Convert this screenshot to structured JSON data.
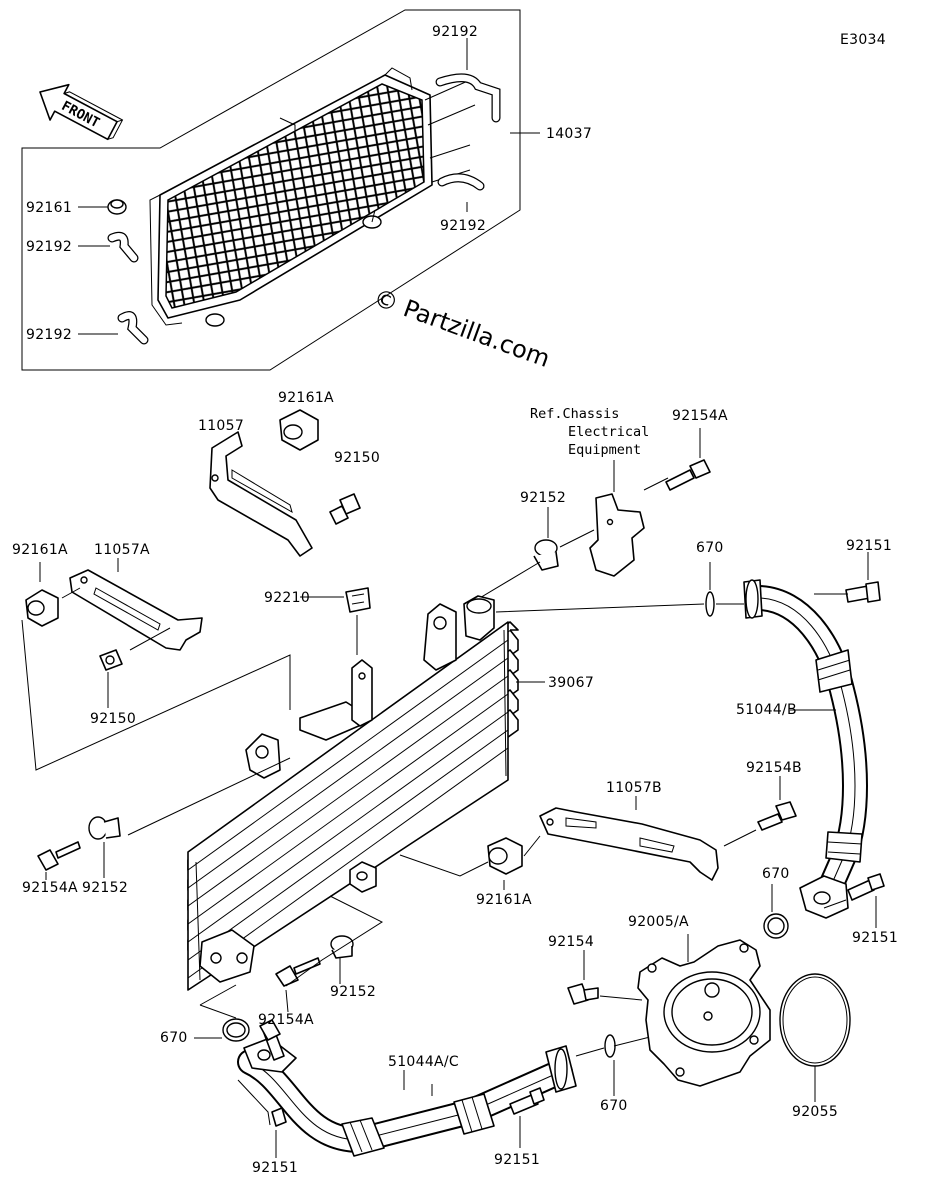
{
  "diagram_code": "E3034",
  "front_label": "FRONT",
  "watermark": "© Partzilla.com",
  "reference_note": [
    "Ref.Chassis",
    "Electrical",
    "Equipment"
  ],
  "labels": {
    "p92192_top": "92192",
    "p14037": "14037",
    "p92161": "92161",
    "p92192_left1": "92192",
    "p92192_right": "92192",
    "p92192_left2": "92192",
    "p92161A_top": "92161A",
    "p11057": "11057",
    "p92150_top": "92150",
    "p92154A_top": "92154A",
    "p92152_top": "92152",
    "p92161A_left": "92161A",
    "p11057A": "11057A",
    "p670_top": "670",
    "p92151_top": "92151",
    "p92210": "92210",
    "p39067": "39067",
    "p92150_left": "92150",
    "p51044B": "51044/B",
    "p92154B": "92154B",
    "p11057B": "11057B",
    "p92154A_left": "92154A",
    "p92152_left": "92152",
    "p92161A_mid": "92161A",
    "p670_right": "670",
    "p92005A": "92005/A",
    "p92151_right": "92151",
    "p92154": "92154",
    "p92152_bottom": "92152",
    "p92154A_bottom": "92154A",
    "p670_left": "670",
    "p51044AC": "51044A/C",
    "p670_bottom": "670",
    "p92055": "92055",
    "p92151_bottom_left": "92151",
    "p92151_bottom_mid": "92151"
  }
}
